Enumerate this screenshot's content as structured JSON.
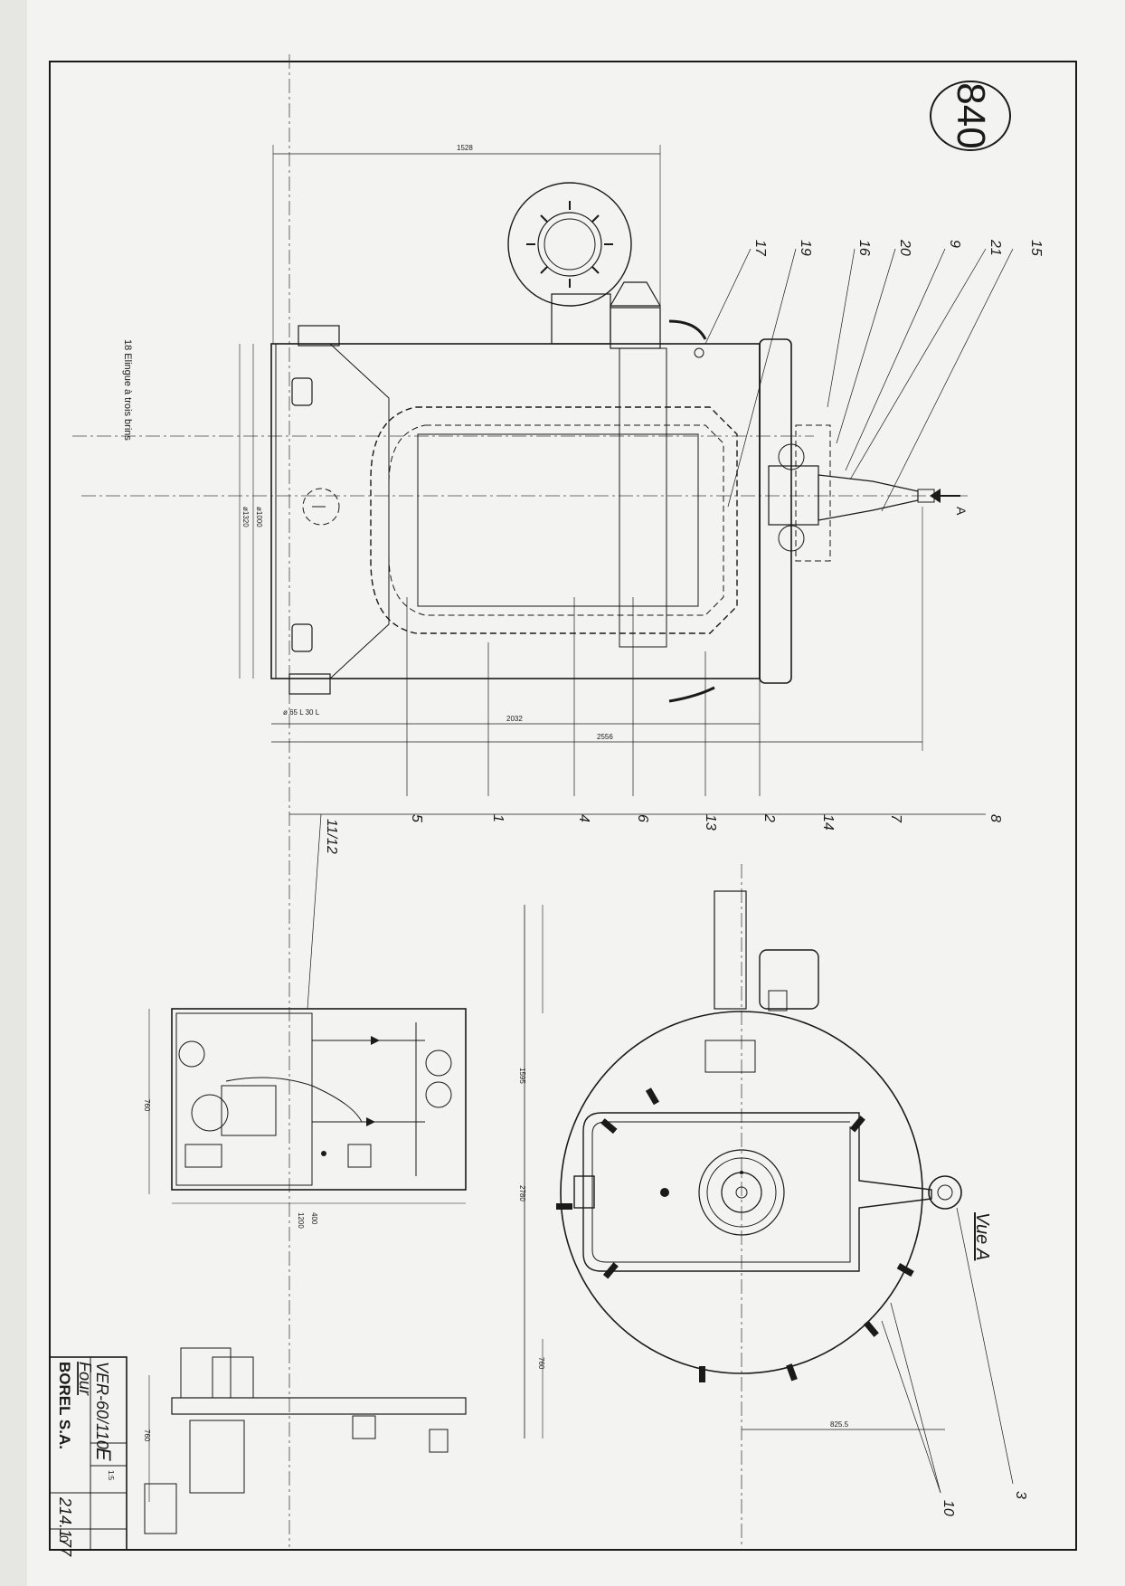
{
  "sheet": {
    "stamp": "840",
    "note": "18 Elingue à trois brins"
  },
  "side_view": {
    "part_numbers": [
      "17",
      "19",
      "16",
      "20",
      "9",
      "21",
      "15",
      "5",
      "1",
      "4",
      "6",
      "13",
      "2",
      "14",
      "7",
      "8"
    ],
    "view_arrow": "A",
    "dims": {
      "width": "1528",
      "body_length": "2032",
      "overall_length": "2556",
      "inner_dia": "ø1000",
      "outer_dia": "ø1320",
      "support": "ø 65 L 30 L"
    }
  },
  "end_view": {
    "title": "Vue A",
    "part_numbers": [
      "3",
      "10"
    ],
    "dims": {
      "height_1": "1595",
      "height_2": "2780",
      "height_3": "760",
      "offset": "825.5"
    }
  },
  "control_panel": {
    "label": "11/12",
    "dims": {
      "height": "760",
      "width": "1200",
      "depth": "400",
      "side_height": "760"
    }
  },
  "title_block": {
    "reference": "VER-60/110",
    "designation": "Four",
    "company": "BOREL S.A.",
    "index": "E",
    "scale": "1:5",
    "number": "214.177",
    "revision": "0"
  }
}
